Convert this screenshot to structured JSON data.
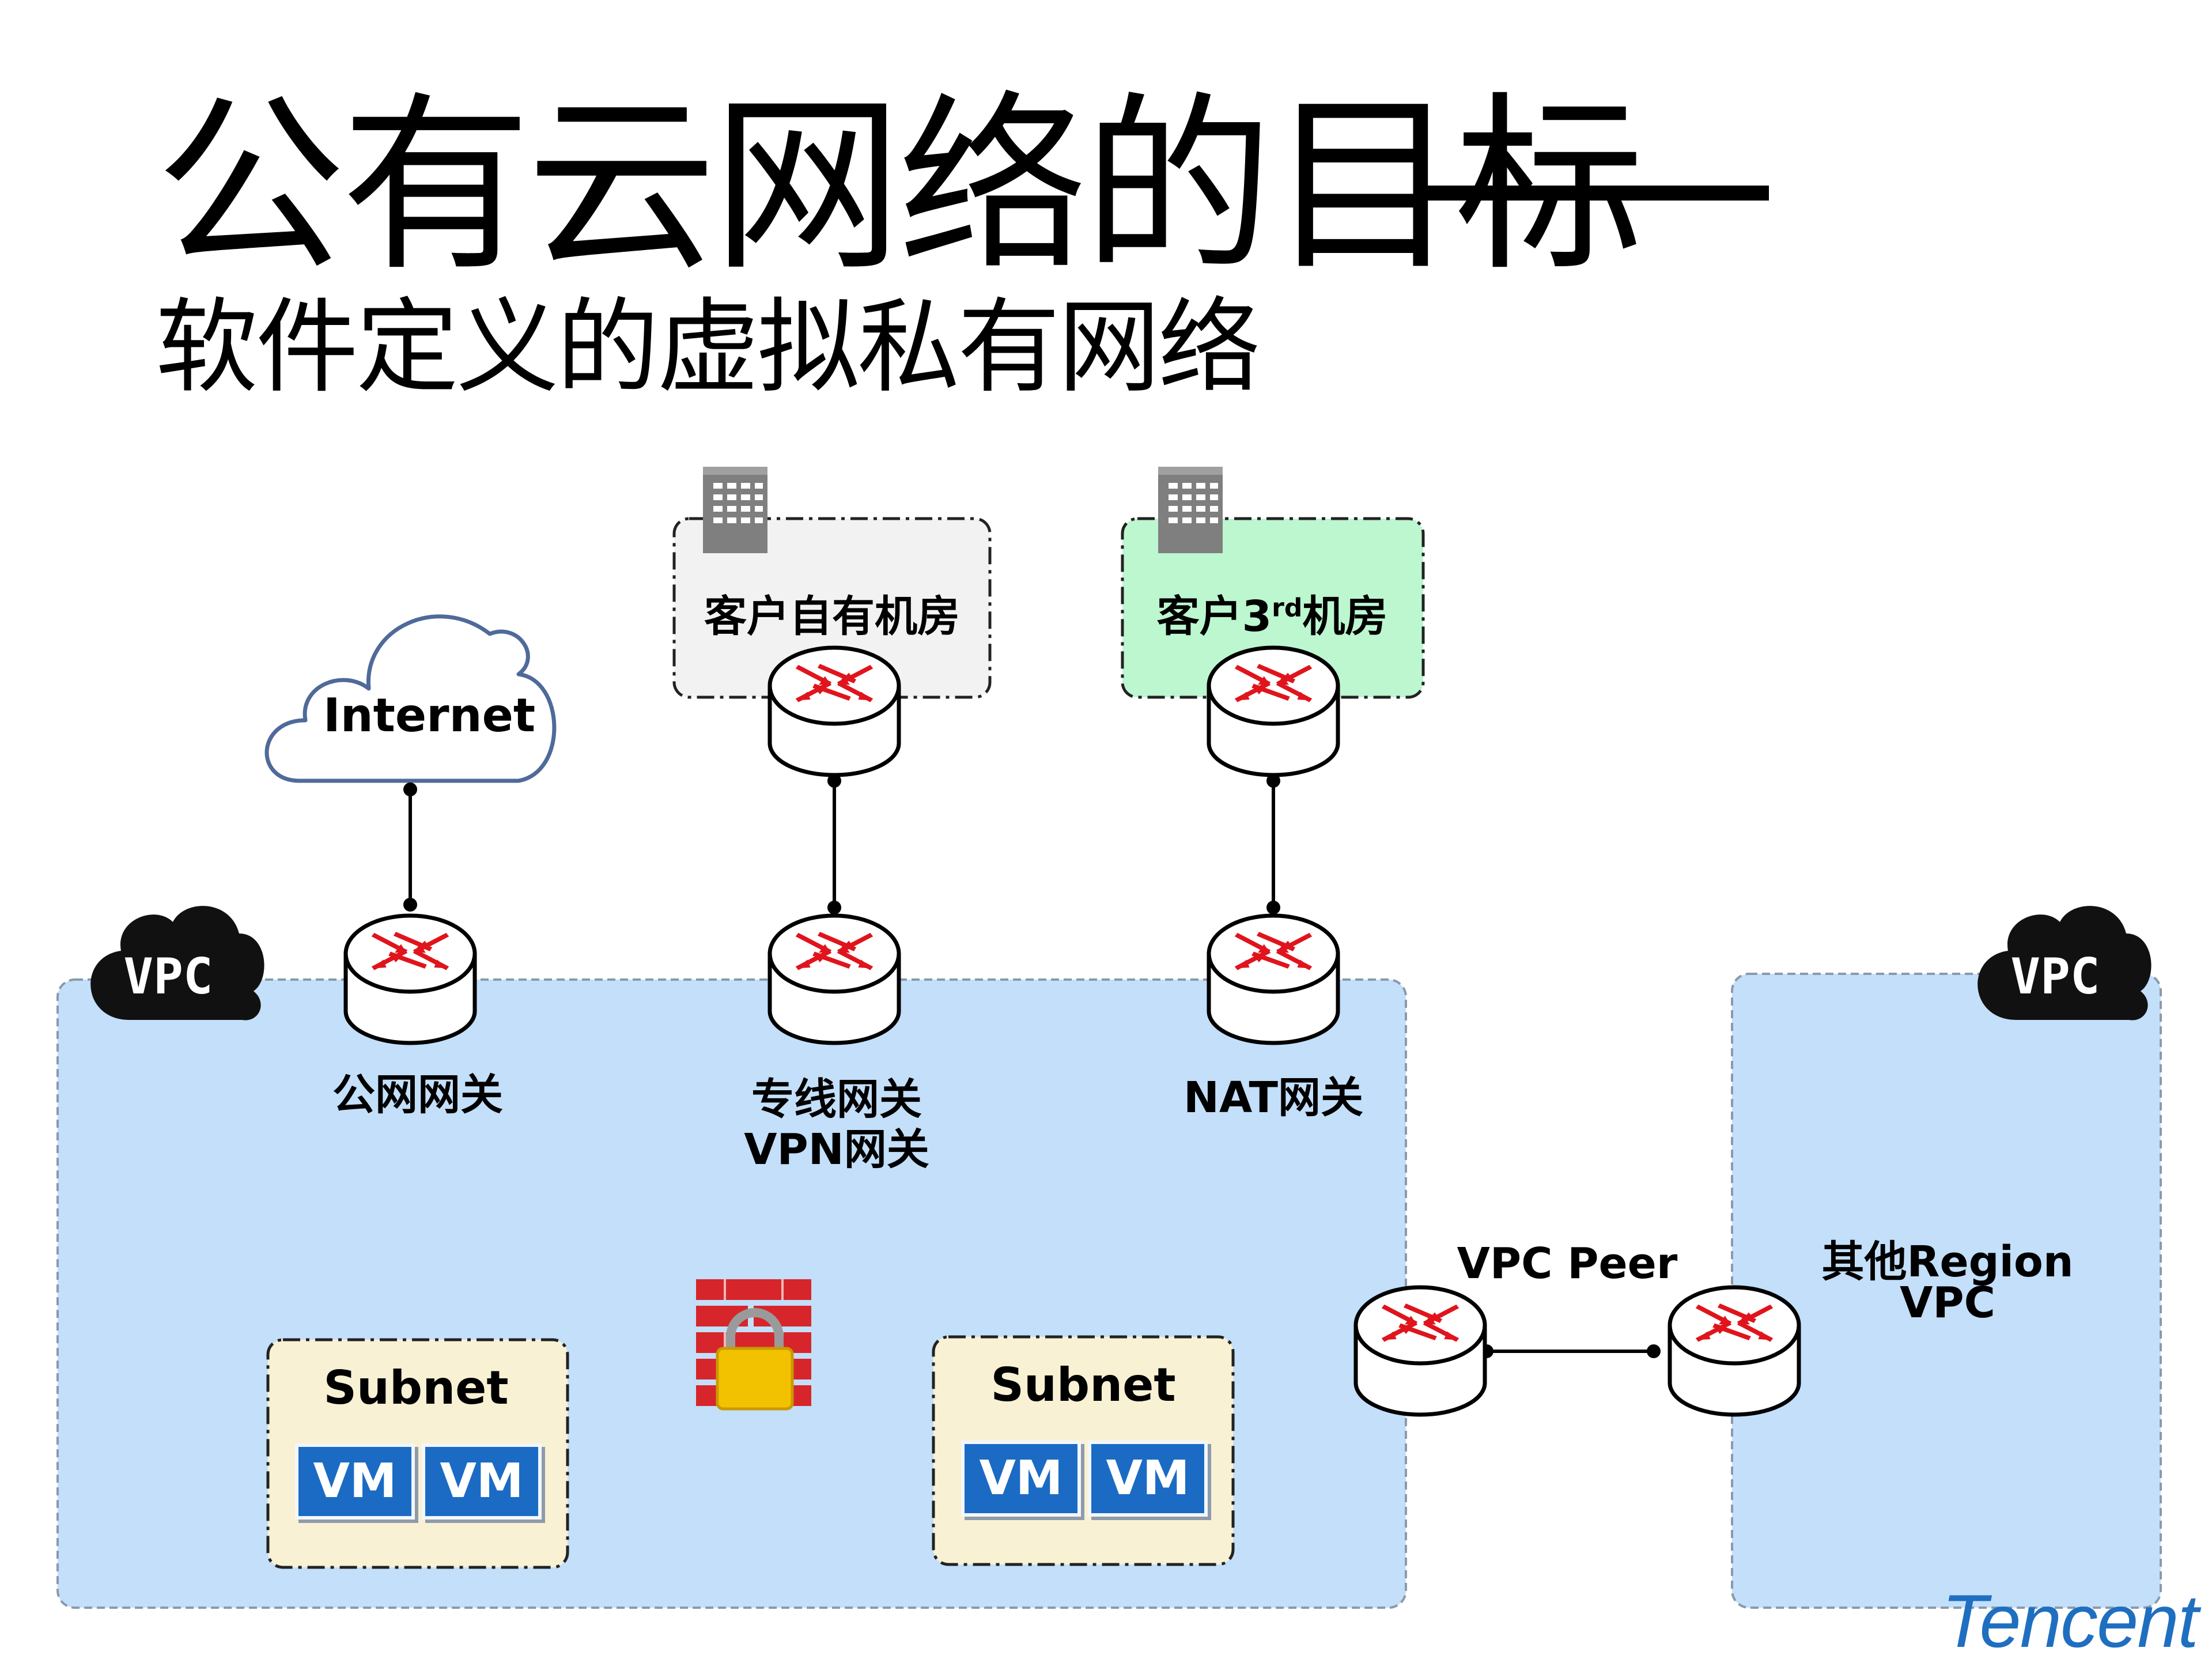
{
  "title": "公有云网络的目标",
  "subtitle": "软件定义的虚拟私有网络",
  "nodes": {
    "internet": "Internet",
    "customer_dc": "客户自有机房",
    "third_party_dc_prefix": "客户3",
    "third_party_dc_sup": "rd",
    "third_party_dc_suffix": "机房",
    "vpc_badge_left": "VPC",
    "vpc_badge_right": "VPC",
    "public_gateway": "公网网关",
    "dedicated_gateway": "专线网关",
    "vpn_gateway": "VPN网关",
    "nat_gateway": "NAT网关",
    "vpc_peer": "VPC Peer",
    "other_region_line1": "其他Region",
    "other_region_line2": "VPC"
  },
  "subnets": [
    {
      "label": "Subnet",
      "vms": [
        "VM",
        "VM"
      ]
    },
    {
      "label": "Subnet",
      "vms": [
        "VM",
        "VM"
      ]
    }
  ],
  "brand": "Tencent",
  "colors": {
    "vpc_fill": "#c3dffa",
    "subnet_fill": "#f8f1d4",
    "customer_dc_fill": "#f2f2f2",
    "third_party_dc_fill": "#bcf7cf",
    "router_arrow": "#e0141c",
    "vm_fill": "#1b6bc4",
    "firewall_brick": "#d7262b",
    "lock": "#f2c200",
    "brand": "#1f6fc0"
  }
}
